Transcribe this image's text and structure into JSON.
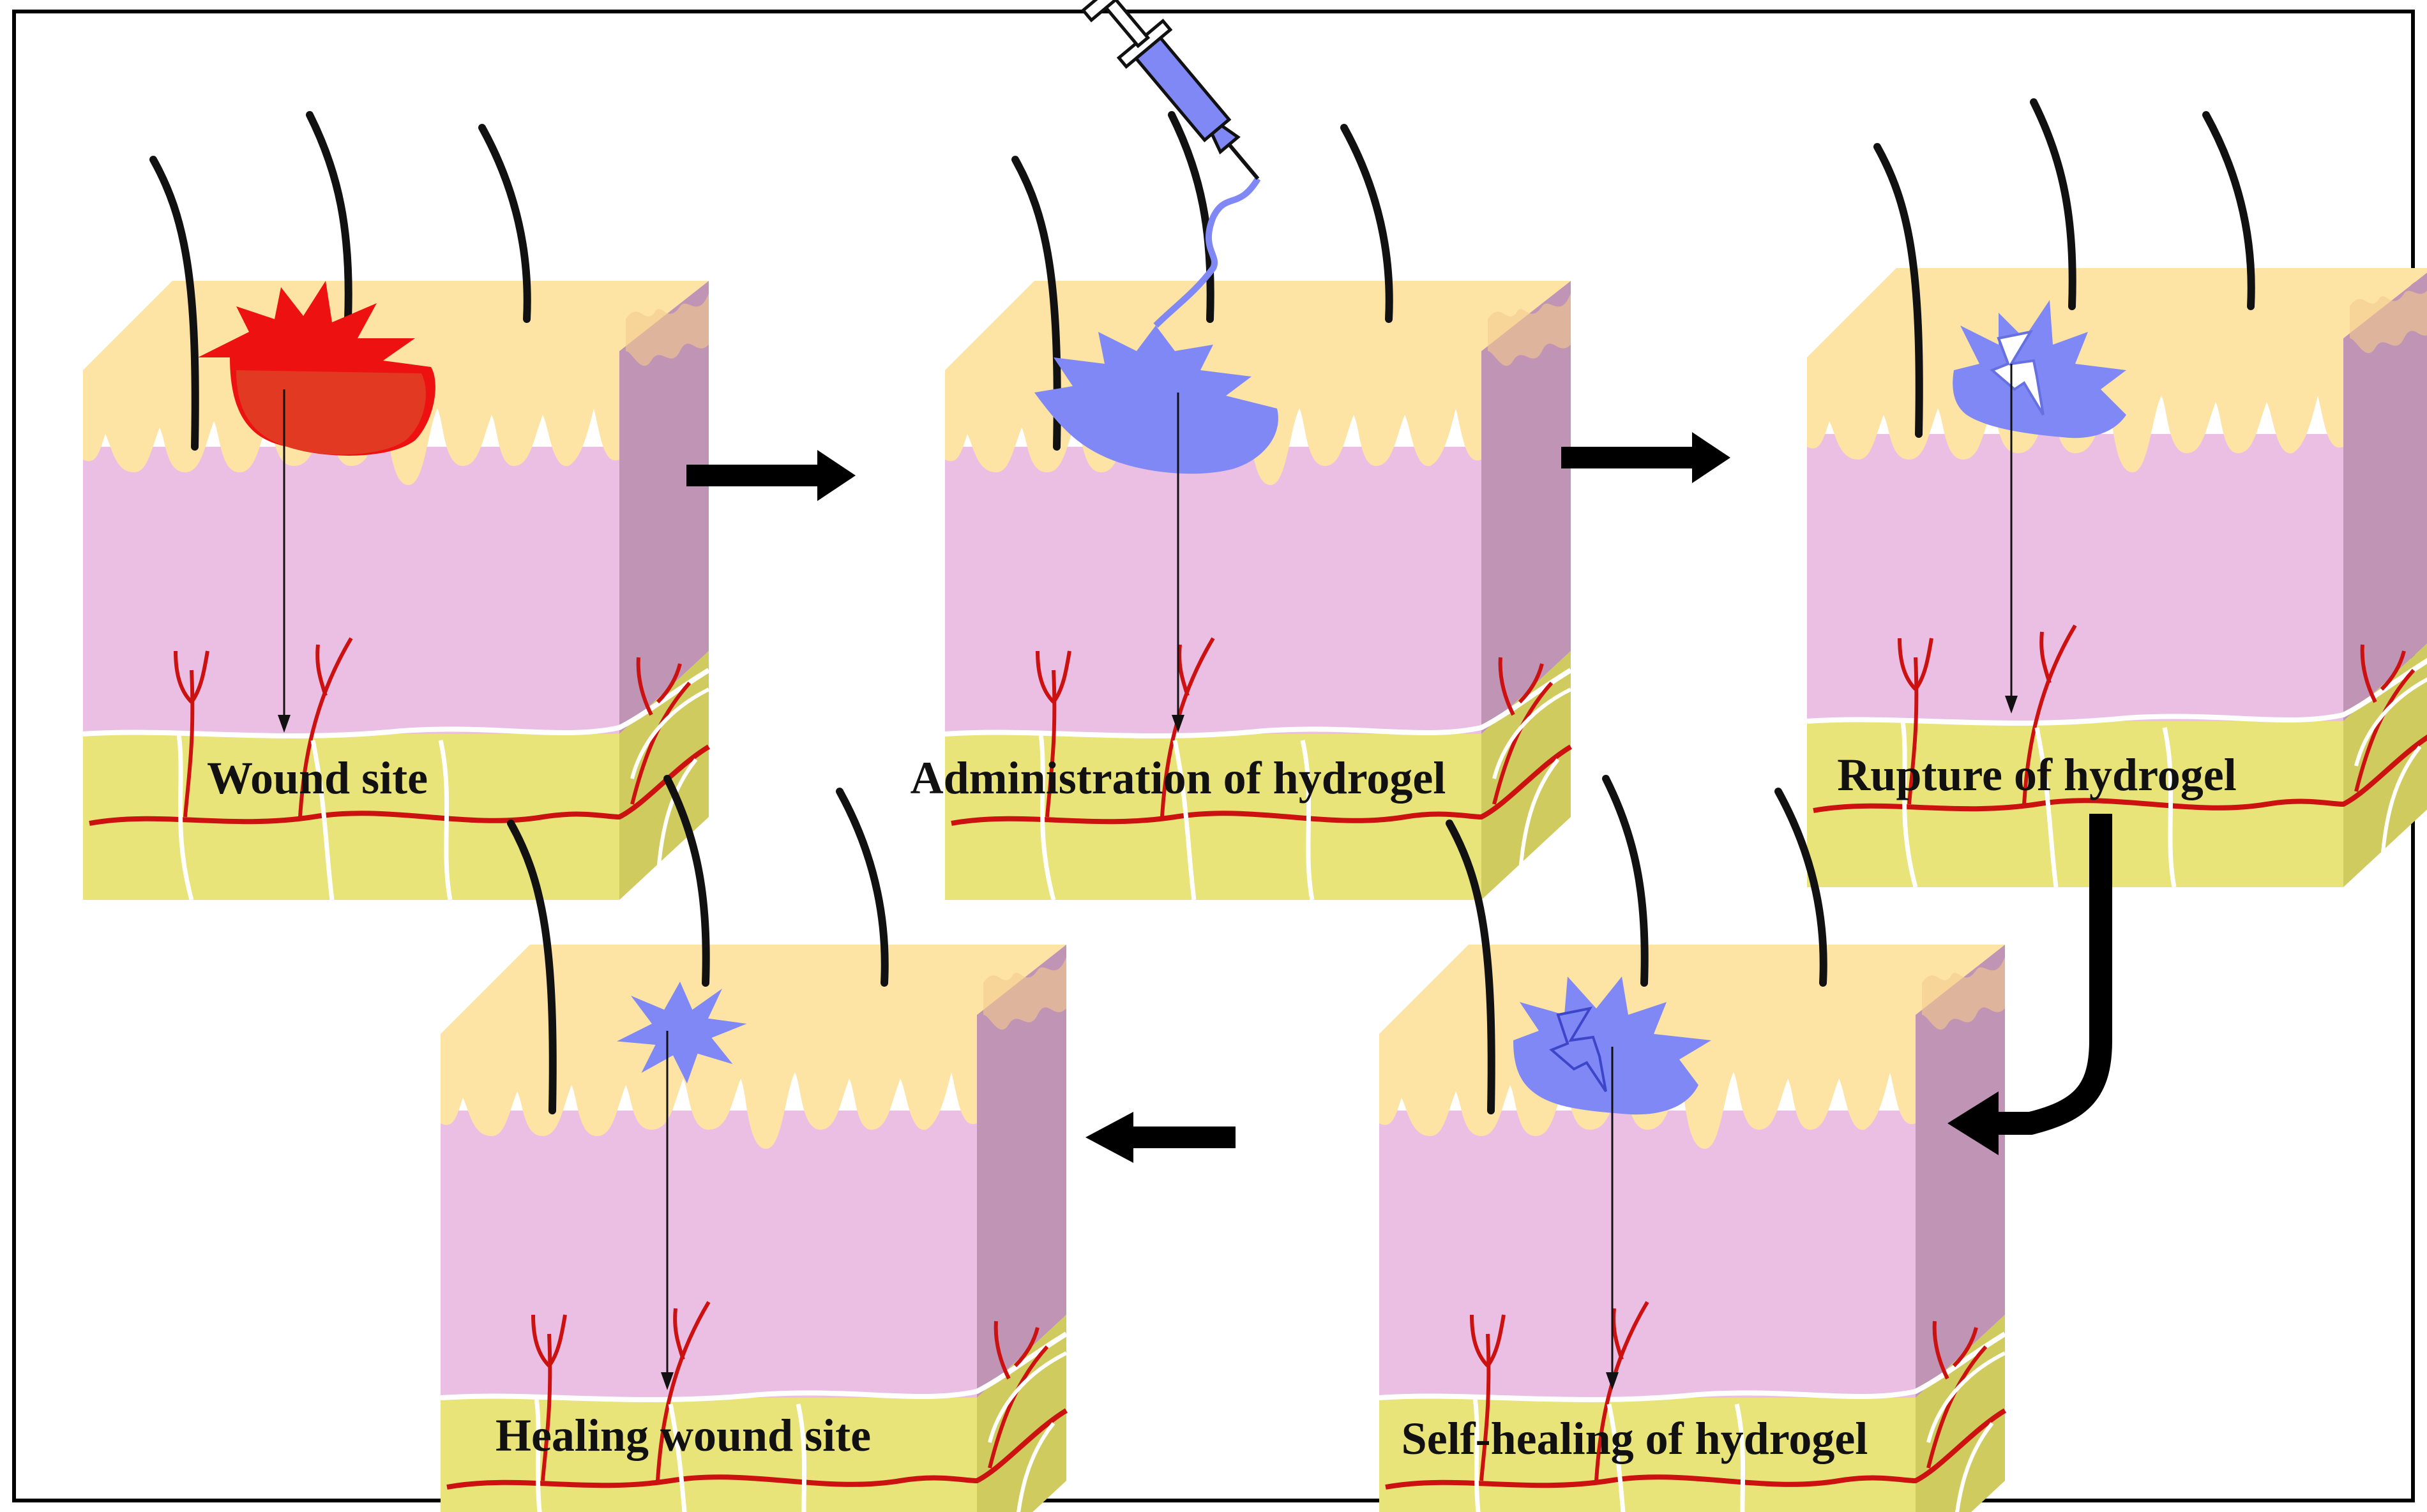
{
  "diagram": {
    "title": "",
    "colors": {
      "epidermis": "#fde4a5",
      "dermis": "#ebbfe3",
      "dermis_side": "#bf94b5",
      "hypodermis": "#e8e47a",
      "hypodermis_side": "#cfcb5f",
      "hair": "#111111",
      "vessel": "#cc1111",
      "nerve": "#ffffff",
      "wound": "#e23a22",
      "wound_spikes": "#ee1111",
      "hydrogel": "#8088f5",
      "arrow": "#000000",
      "border": "#000000"
    },
    "icons": [
      "skin-block",
      "wound-blob",
      "hydrogel-blob",
      "syringe-icon",
      "lightning-icon",
      "arrow-right",
      "arrow-left",
      "curved-arrow"
    ],
    "steps": [
      {
        "label": "Wound site",
        "state": "wound"
      },
      {
        "label": "Administration of hydrogel",
        "state": "hydrogel-injection"
      },
      {
        "label": "Rupture of hydrogel",
        "state": "hydrogel-rupture"
      },
      {
        "label": "Self-healing of hydrogel",
        "state": "hydrogel-self-healing"
      },
      {
        "label": "Healing wound site",
        "state": "healing"
      }
    ]
  }
}
